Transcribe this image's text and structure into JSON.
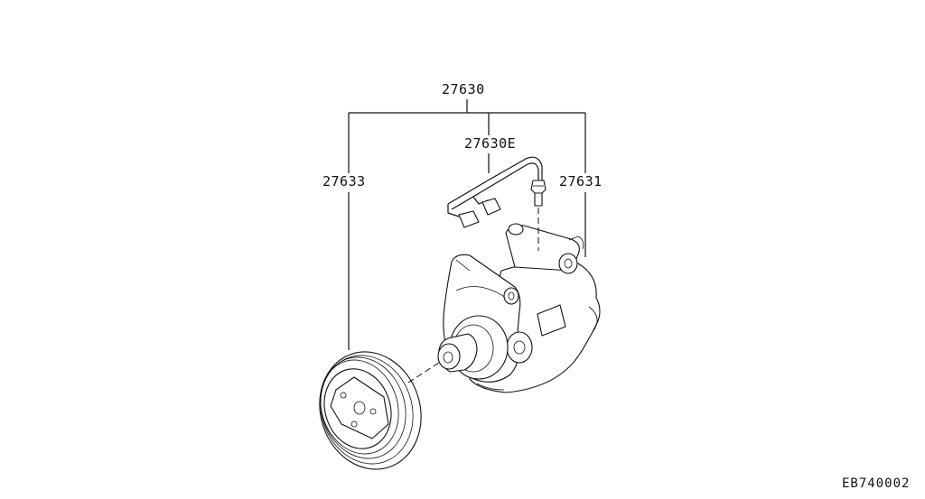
{
  "diagram": {
    "labels": {
      "assembly": "27630",
      "harness": "27630E",
      "pulley": "27633",
      "switch": "27631"
    },
    "figure_code": "EB740002",
    "colors": {
      "ink": "#111111",
      "paper": "#ffffff"
    }
  }
}
